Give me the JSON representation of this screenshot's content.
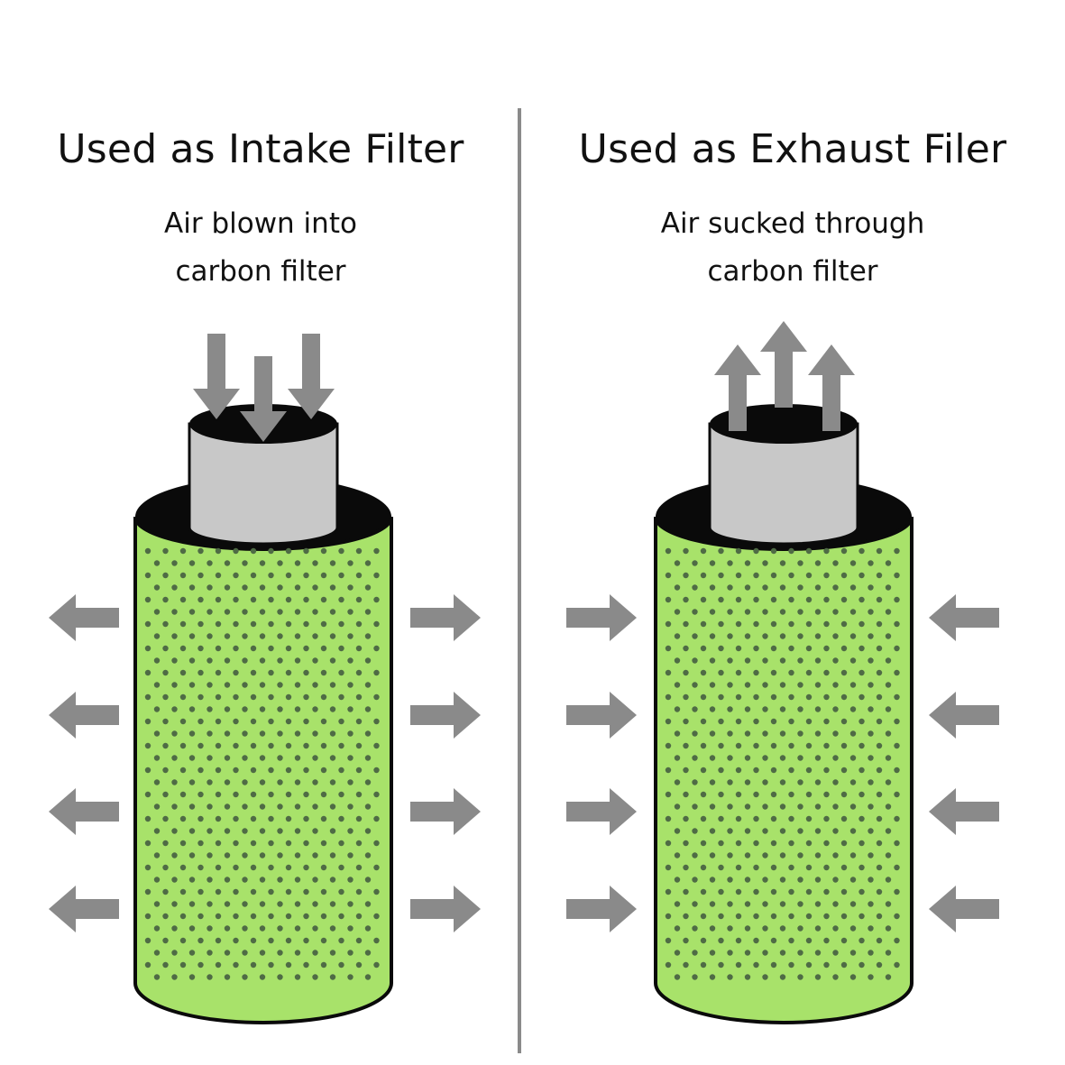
{
  "panels": {
    "intake": {
      "title": "Used as Intake Filter",
      "subtitle_line1": "Air blown into",
      "subtitle_line2": "carbon filter"
    },
    "exhaust": {
      "title": "Used as Exhaust Filer",
      "subtitle_line1": "Air sucked through",
      "subtitle_line2": "carbon filter"
    }
  },
  "colors": {
    "filter_body": "#a8e26a",
    "perforation": "#4f6b45",
    "cap": "#0a0a0a",
    "collar": "#c8c8c8",
    "arrow": "#8a8a8a",
    "divider": "#8a8a8a"
  }
}
